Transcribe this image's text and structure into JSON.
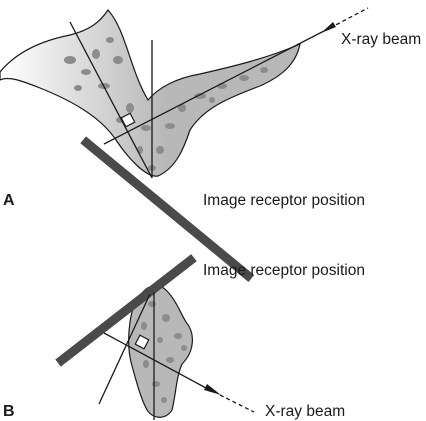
{
  "figure": {
    "panel_a": {
      "letter": "A",
      "beam_label": "X-ray beam",
      "receptor_label": "Image receptor position"
    },
    "panel_b": {
      "letter": "B",
      "beam_label": "X-ray beam",
      "receptor_label": "Image receptor position"
    }
  },
  "colors": {
    "receptor": "#4a4a4a",
    "bone_fill": "#b8b8b8",
    "trabecula": "#8c8c8c",
    "line": "#1a1a1a"
  }
}
